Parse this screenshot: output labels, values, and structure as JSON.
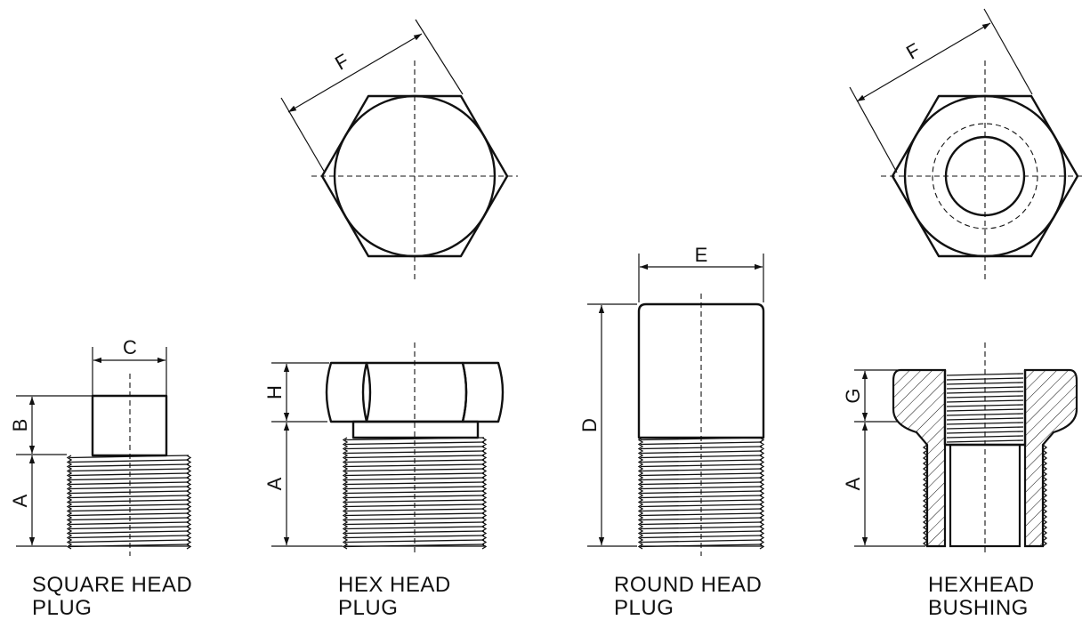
{
  "captions": {
    "square": {
      "line1": "SQUARE HEAD",
      "line2": "PLUG"
    },
    "hex": {
      "line1": "HEX HEAD",
      "line2": "PLUG"
    },
    "round": {
      "line1": "ROUND HEAD",
      "line2": "PLUG"
    },
    "bushing": {
      "line1": "HEXHEAD",
      "line2": "BUSHING"
    }
  },
  "dims": {
    "square_c": "C",
    "square_b": "B",
    "square_a": "A",
    "hex_f": "F",
    "hex_h": "H",
    "hex_a": "A",
    "round_e": "E",
    "round_d": "D",
    "bush_f": "F",
    "bush_g": "G",
    "bush_a": "A"
  }
}
